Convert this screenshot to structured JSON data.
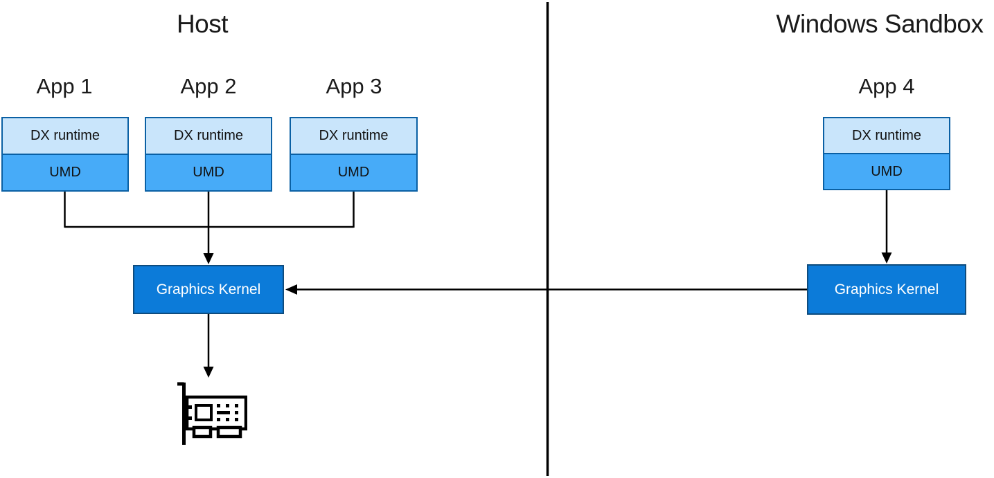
{
  "diagram": {
    "host": {
      "title": "Host",
      "apps": [
        {
          "title": "App 1",
          "layers": [
            "DX runtime",
            "UMD"
          ]
        },
        {
          "title": "App 2",
          "layers": [
            "DX runtime",
            "UMD"
          ]
        },
        {
          "title": "App 3",
          "layers": [
            "DX runtime",
            "UMD"
          ]
        }
      ],
      "kernel_label": "Graphics Kernel",
      "gpu_icon": "graphics-card-icon"
    },
    "sandbox": {
      "title": "Windows Sandbox",
      "apps": [
        {
          "title": "App 4",
          "layers": [
            "DX runtime",
            "UMD"
          ]
        }
      ],
      "kernel_label": "Graphics Kernel"
    },
    "colors": {
      "dx_fill": "#C9E5FB",
      "umd_fill": "#47ABF8",
      "box_border": "#0A60A4",
      "kernel_fill": "#0C7BD9",
      "kernel_border": "#0E4C7E",
      "line": "#000000"
    }
  }
}
